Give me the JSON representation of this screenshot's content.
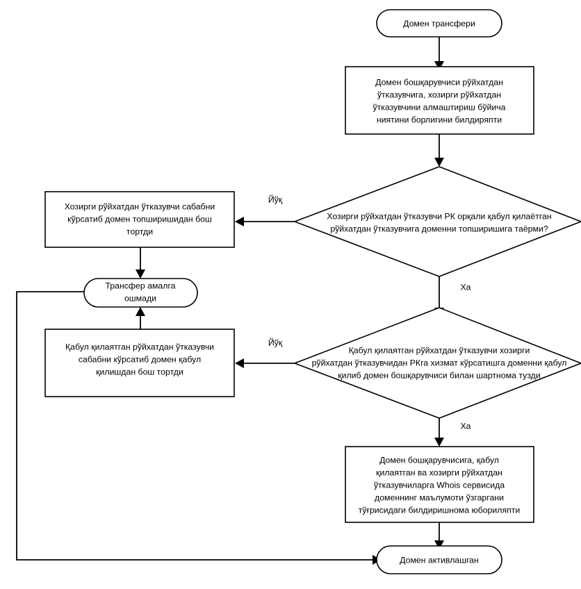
{
  "diagram": {
    "title": "Домен трансфери жараёни",
    "language": "uz-Cyrl",
    "background_color": "#ffffff",
    "line_color": "#000000",
    "text_color": "#000000"
  },
  "nodes": {
    "start": {
      "type": "terminator",
      "label": "Домен трансфери"
    },
    "intent": {
      "type": "process",
      "line1": "Домен бошқарувчиси рўйхатдан",
      "line2": "ўтказувчига, хозирги рўйхатдан",
      "line3": "ўтказувчини алмаштириш бўйича",
      "line4": "ниятини борлигини билдиряпти"
    },
    "decision1": {
      "type": "decision",
      "line1": "Хозирги рўйхатдан ўтказувчи РК орқали қабул қилаётган",
      "line2": "рўйхатдан ўтказувчига доменни топширишига таёрми?"
    },
    "reject1": {
      "type": "process",
      "line1": "Хозирги рўйхатдан ўтказувчи сабабни",
      "line2": "кўрсатиб домен топширишидан бош",
      "line3": "тортди"
    },
    "failed": {
      "type": "terminator",
      "line1": "Трансфер амалга",
      "line2": "ошмади"
    },
    "reject2": {
      "type": "process",
      "line1": "Қабул қилаятган рўйхатдан ўтказувчи",
      "line2": "сабабни кўрсатиб домен қабул",
      "line3": "қилишдан бош тортди"
    },
    "decision2": {
      "type": "decision",
      "line1": "Қабул қилаятган рўйхатдан ўтказувчи хозирги",
      "line2": "рўйхатдан ўтказувчидан РКга хизмат кўрсатишга доменни қабул",
      "line3": "қилиб домен бошқарувчиси билан шартнома тузди"
    },
    "notify": {
      "type": "process",
      "line1": "Домен бошқарувчисига, қабул",
      "line2": "қилаятган ва хозирги рўйхатдан",
      "line3": "ўтказувчиларга Whois сервисида",
      "line4": "доменнинг маълумоти ўзгаргани",
      "line5": "тўғрисидаги билдиришнома юбориляпти"
    },
    "activated": {
      "type": "terminator",
      "label": "Домен активлашган"
    }
  },
  "edge_labels": {
    "no1": "Йўқ",
    "yes1": "Ха",
    "no2": "Йўқ",
    "yes2": "Ха"
  }
}
